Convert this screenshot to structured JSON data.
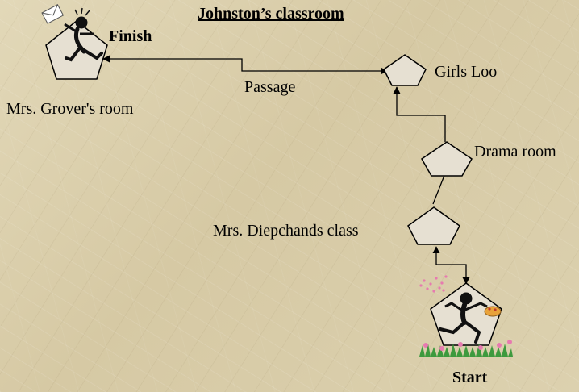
{
  "title": "Johnston’s classroom",
  "labels": {
    "finish": "Finish",
    "grover": "Mrs. Grover's room",
    "passage": "Passage",
    "girls_loo": "Girls Loo",
    "drama": "Drama room",
    "diepchand": "Mrs. Diepchands class",
    "start": "Start"
  },
  "colors": {
    "background": "#d9cdaa",
    "pentagon_fill": "#e6e0d2",
    "line": "#000000"
  },
  "icons": [
    "runner-finish-icon",
    "envelope-icon",
    "runner-start-icon",
    "cake-icon",
    "flowers-icon"
  ]
}
